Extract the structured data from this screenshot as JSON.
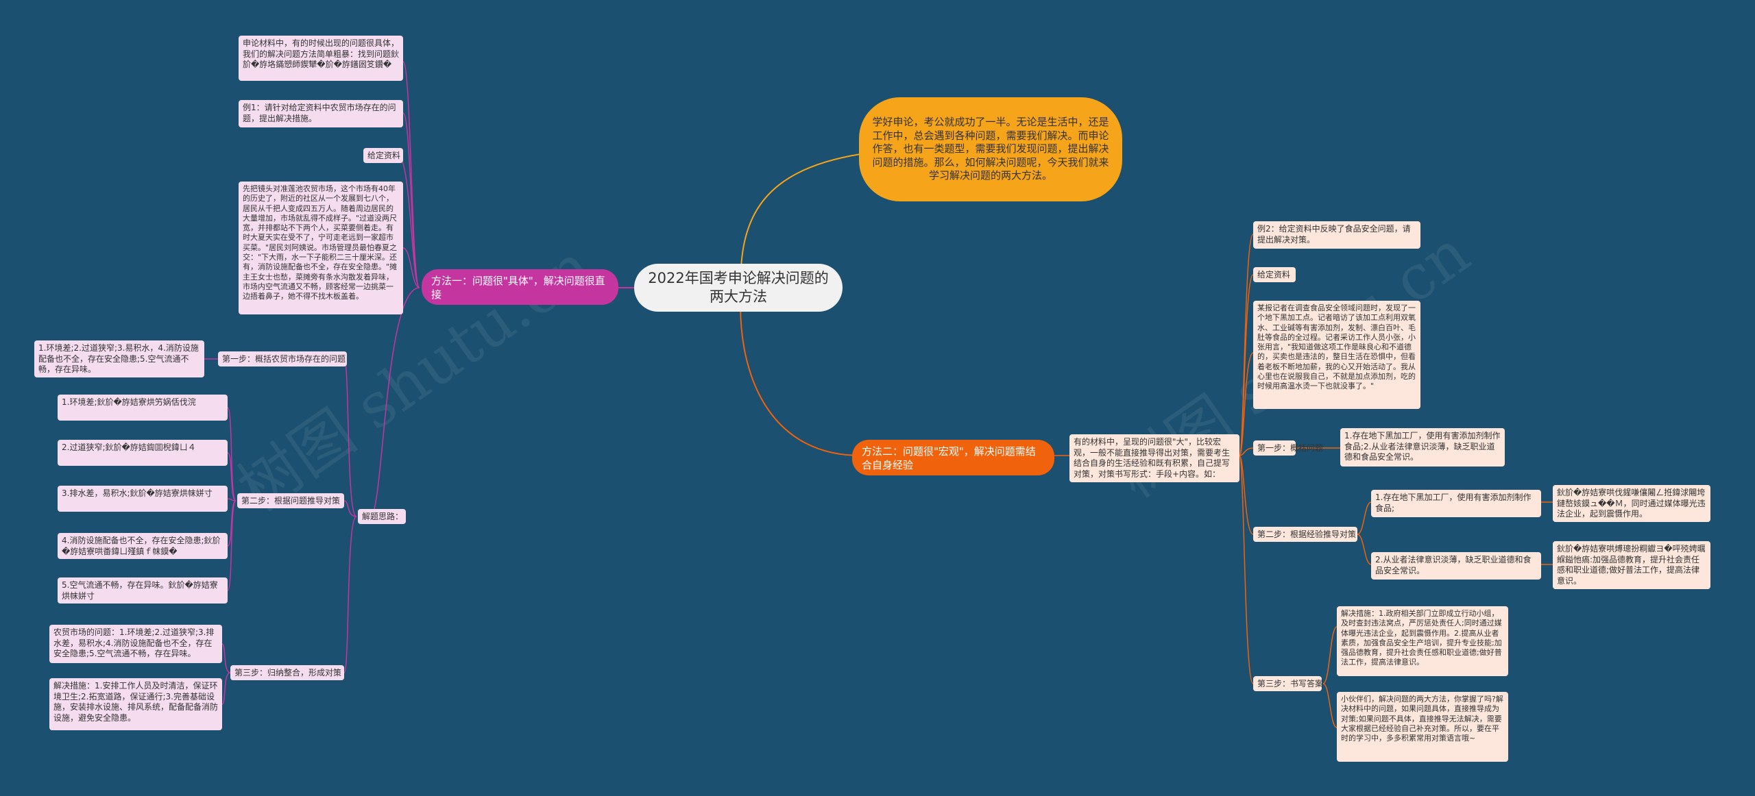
{
  "watermark": "树图 shutu.cn",
  "center": "2022年国考申论解决问题的两大方法",
  "intro": "学好申论，考公就成功了一半。无论是生活中，还是工作中，总会遇到各种问题，需要我们解决。而申论作答，也有一类题型，需要我们发现问题，提出解决问题的措施。那么，如何解决问题呢，今天我们就来学习解决问题的两大方法。",
  "method1": {
    "label": "方法一：问题很\"具体\"，解决问题很直接",
    "material_intro": "申论材料中，有的时候出现的问题很具体，我们的解决问题方法简单粗暴：找到问题鈥斺�斿垎鏋愬師鍥犫�斺�斿鐥囦笅鑽�",
    "example": "例1：请针对给定资料中农贸市场存在的问题，提出解决措施。",
    "material_label": "给定资料",
    "material": "先把镜头对准莲池农贸市场，这个市场有40年的历史了，附近的社区从一个发展到七八个，居民从千把人变成四五万人。随着周边居民的大量增加，市场就乱得不成样子。\"过道没两尺宽，并排都站不下两个人，买菜要侧着走。有时大夏天实在受不了，宁可走老远到一家超市买菜。\"居民刘阿姨说。市场管理员最怕春夏之交：\"下大雨，水一下子能积二三十厘米深。还有，消防设施配备也不全，存在安全隐患。\"摊主王女士也愁，菜摊旁有条水沟散发着异味，市场内空气流通又不畅，顾客经常一边挑菜一边捂着鼻子，她不得不找木板盖着。",
    "thinking_label": "解题思路：",
    "step1_label": "第一步：概括农贸市场存在的问题",
    "step1_text": "1.环境差;2.过道狭窄;3.易积水，4.消防设施配备也不全，存在安全隐患;5.空气流通不畅，存在异味。",
    "step2_label": "第二步：根据问题推导对策",
    "step2_items": [
      "1.环境差;鈥斺�斿姞寮烘竻娲佸伐浣",
      "2.过道狭窄;鈥斺�斿姞鍧囬棿鍏ㄩ４",
      "3.排水差，易积水;鈥斺�斿姞寮烘帓姘寸",
      "4.消防设施配备也不全，存在安全隐患;鈥斺�斿姞寮哄畨鍏ㄩ殣鎮ｆ帓鏌�",
      "5.空气流通不畅，存在异味。鈥斺�斿姞寮烘帓姘寸"
    ],
    "step3_label": "第三步：归纳整合，形成对策",
    "step3_problems": "农贸市场的问题：1.环境差;2.过道狭窄;3.排水差，易积水;4.消防设施配备也不全，存在安全隐患;5.空气流通不畅，存在异味。",
    "step3_measures": "解决措施：1.安排工作人员及时清洁，保证环境卫生;2.拓宽道路，保证通行;3.完善基础设施，安装排水设施、排风系统，配备配备消防设施，避免安全隐患。"
  },
  "method2": {
    "label": "方法二：问题很\"宏观\"，解决问题需结合自身经验",
    "summary": "有的材料中，呈现的问题很\"大\"，比较宏观，一般不能直接推导得出对策，需要考生结合自身的生活经验和既有积累，自己提写对策，对策书写形式：手段+内容。如：",
    "example": "例2：给定资料中反映了食品安全问题，请提出解决对策。",
    "material_label": "给定资料",
    "material": "某报记者在调查食品安全领域问题时，发现了一个地下黑加工点。记者暗访了该加工点利用双氧水、工业碱等有害添加剂，发制、漂白百叶、毛肚等食品的全过程。记者采访工作人员小张，小张用言，\"我知道做这项工作是昧良心和不道德的，买卖也是违法的，整日生活在恐惧中，但看着老板不断地加薪，我的心又开始活动了。我从心里也在说服我自己，不就是加点添加剂，吃的时候用高温水烫一下也就没事了。\"",
    "step1_label": "第一步：概括问题",
    "step1_text": "1.存在地下黑加工厂，使用有害添加剂制作食品;2.从业者法律意识淡薄，缺乏职业道德和食品安全常识。",
    "step2_label": "第二步：根据经验推导对策",
    "step2_item1": "1.存在地下黑加工厂，使用有害添加剂制作食品;",
    "step2_item1_detail": "鈥斺�斿姞寮哄伐鍟嗛儴闂ㄥ拰鍏浗闀垮鏈嶅姟鏌ュ��Ｍ，同时通过媒体曝光违法企业，起到震慑作用。",
    "step2_item2": "2.从业者法律意识淡薄，缺乏职业道德和食品安全常识。",
    "step2_item2_detail": "鈥斺�斿姞寮哄煿璁扮粡钀ヨ�呯殑娉曞緥鎰忚瘑:加强品德教育，提升社会责任感和职业道德;做好普法工作，提高法律意识。",
    "step3_label": "第三步：书写答案",
    "step3_measures": "解决措施：1.政府相关部门立即成立行动小组，及时查封违法窝点，严厉惩处责任人;同时通过媒体曝光违法企业，起到震慑作用。2.提高从业者素质，加强食品安全生产培训，提升专业技能;加强品德教育，提升社会责任感和职业道德;做好普法工作，提高法律意识。",
    "step3_closing": "小伙伴们，解决问题的两大方法，你掌握了吗?解决材料中的问题，如果问题具体，直接推导成为对策;如果问题不具体，直接推导无法解决，需要大家根据已经经验自己补充对策。所以，要在平时的学习中，多多积累常用对策语言哦~"
  },
  "colors": {
    "background": "#1b5070",
    "method1": "#c535a0",
    "method2": "#f0620c",
    "intro": "#f6a419",
    "leaf_orange": "#fde7dc",
    "leaf_pink": "#f5dcef"
  }
}
